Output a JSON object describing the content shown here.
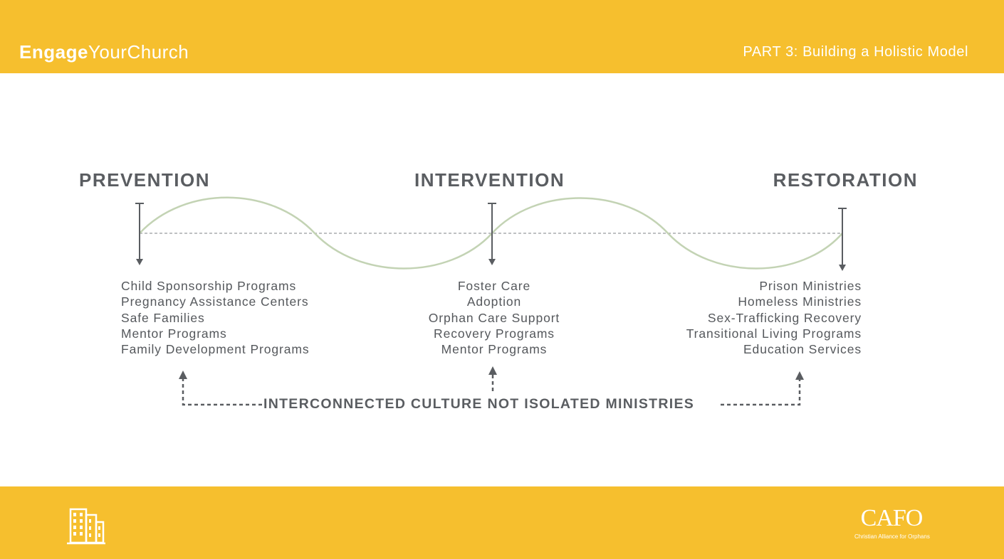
{
  "header": {
    "brand_bold": "Engage",
    "brand_light": "YourChurch",
    "part_title": "PART 3: Building a Holistic Model"
  },
  "stages": [
    {
      "heading": "PREVENTION",
      "items": [
        "Child Sponsorship Programs",
        "Pregnancy Assistance Centers",
        "Safe Families",
        "Mentor Programs",
        "Family Development Programs"
      ]
    },
    {
      "heading": "INTERVENTION",
      "items": [
        "Foster Care",
        "Adoption",
        "Orphan Care Support",
        "Recovery Programs",
        "Mentor Programs"
      ]
    },
    {
      "heading": "RESTORATION",
      "items": [
        "Prison Ministries",
        "Homeless Ministries",
        "Sex-Trafficking Recovery",
        "Transitional Living Programs",
        "Education Services"
      ]
    }
  ],
  "connector_label": "INTERCONNECTED CULTURE NOT ISOLATED MINISTRIES",
  "footer": {
    "logo_name": "CAFO",
    "logo_tagline": "Christian Alliance for Orphans",
    "left_icon": "building-icon"
  },
  "colors": {
    "brand_yellow": "#f6bf2e",
    "text_gray": "#5a5d61",
    "wave_green": "#c3d3b4",
    "white": "#ffffff"
  }
}
